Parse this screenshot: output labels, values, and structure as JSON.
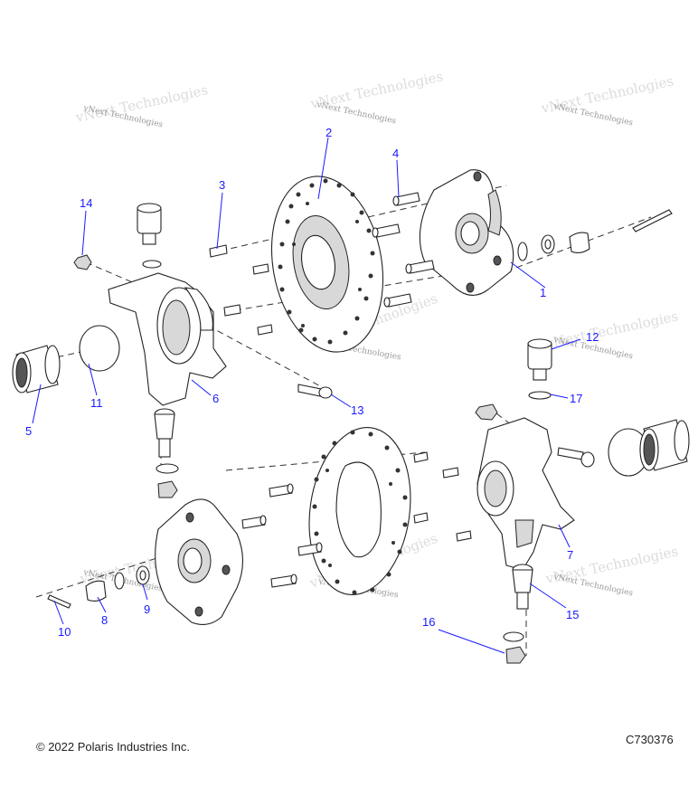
{
  "callouts": [
    "1",
    "2",
    "3",
    "4",
    "5",
    "6",
    "7",
    "8",
    "9",
    "10",
    "11",
    "12",
    "13",
    "14",
    "15",
    "16",
    "17"
  ],
  "watermark": "vNext Technologies",
  "footer": {
    "copyright": "© 2022 Polaris Industries Inc.",
    "code": "C730376"
  },
  "colors": {
    "callout": "#1a1aff",
    "line": "#222222"
  }
}
